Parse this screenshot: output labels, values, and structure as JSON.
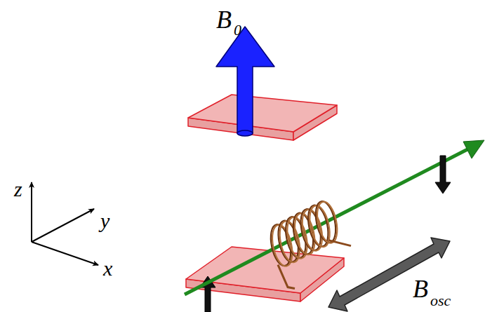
{
  "diagram": {
    "labels": [
      "B",
      "0",
      "B",
      "osc",
      "z",
      "y",
      "x"
    ]
  }
}
